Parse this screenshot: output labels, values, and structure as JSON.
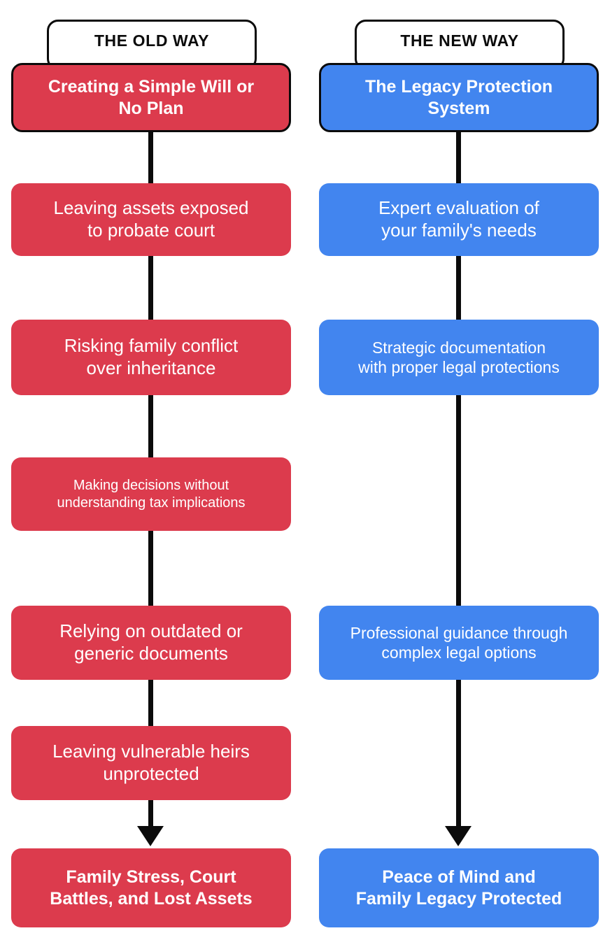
{
  "diagram": {
    "type": "comparison-flowchart",
    "background_color": "#ffffff",
    "columns": [
      {
        "id": "old-way",
        "header": "THE OLD WAY",
        "accent_color": "#dc3b4d",
        "connector_color": "#0b0b0b",
        "nodes": [
          {
            "text": "Creating a Simple Will or\nNo Plan",
            "role": "start"
          },
          {
            "text": "Leaving assets exposed\nto probate court",
            "role": "step"
          },
          {
            "text": "Risking family conflict\nover inheritance",
            "role": "step"
          },
          {
            "text": "Making decisions without\nunderstanding tax implications",
            "role": "step"
          },
          {
            "text": "Relying on outdated or\ngeneric documents",
            "role": "step"
          },
          {
            "text": "Leaving vulnerable heirs\nunprotected",
            "role": "step"
          },
          {
            "text": "Family Stress, Court\nBattles, and Lost Assets",
            "role": "outcome"
          }
        ]
      },
      {
        "id": "new-way",
        "header": "THE NEW WAY",
        "accent_color": "#4285ef",
        "connector_color": "#0b0b0b",
        "nodes": [
          {
            "text": "The Legacy Protection\nSystem",
            "role": "start"
          },
          {
            "text": "Expert evaluation of\nyour family's needs",
            "role": "step"
          },
          {
            "text": "Strategic documentation\nwith proper legal protections",
            "role": "step"
          },
          {
            "text": "Professional guidance through\ncomplex legal options",
            "role": "step"
          },
          {
            "text": "Peace of Mind and\nFamily Legacy Protected",
            "role": "outcome"
          }
        ]
      }
    ]
  }
}
